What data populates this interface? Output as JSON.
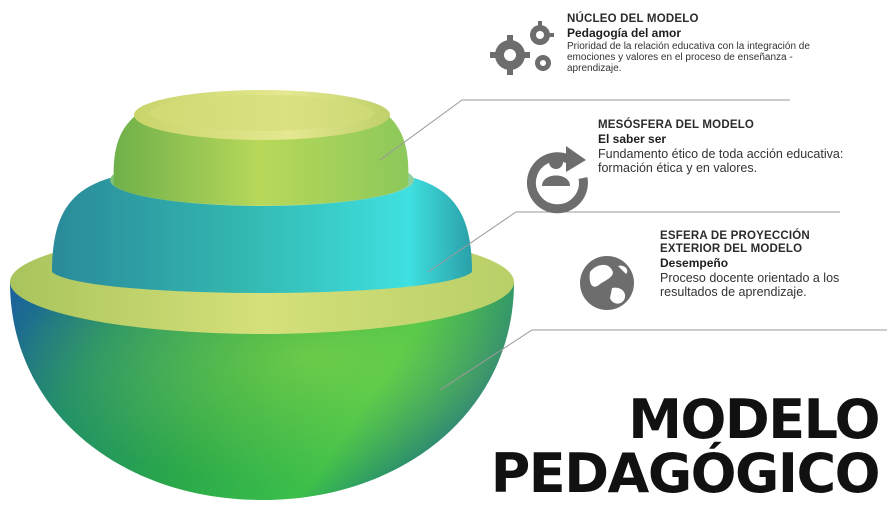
{
  "nucleo": {
    "title": "NÚCLEO DEL MODELO",
    "subtitle": "Pedagogía del amor",
    "description": "Prioridad de la relación educativa con la integración de emociones y valores en el proceso de enseñanza - aprendizaje.",
    "icon": "gears-icon"
  },
  "mesosfera": {
    "title": "MESÓSFERA DEL MODELO",
    "subtitle": "El saber ser",
    "description": "Fundamento ético de toda acción educativa: formación ética y en valores.",
    "icon": "person-refresh-icon"
  },
  "esfera": {
    "title_line1": "ESFERA DE PROYECCIÓN",
    "title_line2": "EXTERIOR DEL MODELO",
    "subtitle": "Desempeño",
    "description": "Proceso docente orientado a los resultados de aprendizaje.",
    "icon": "globe-icon"
  },
  "main_title": {
    "line1": "MODELO",
    "line2": "PEDAGÓGICO"
  },
  "colors": {
    "icon_gray": "#6d6d6d",
    "line_gray": "#9a9a9a",
    "sphere_green": "#2a9a4a",
    "sphere_teal": "#2ab8b0",
    "sphere_lime": "#c8d860"
  }
}
